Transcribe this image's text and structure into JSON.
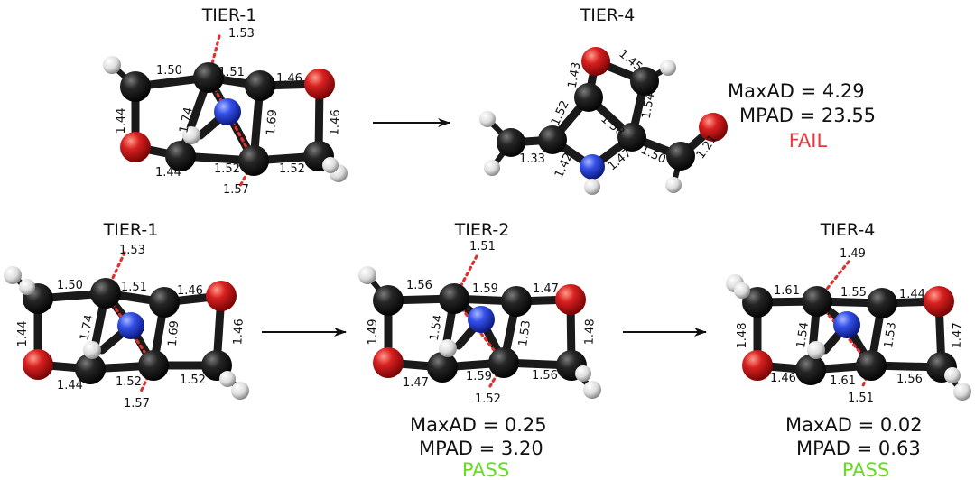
{
  "top": {
    "initial": {
      "title": "TIER-1",
      "labels": [
        "1.53",
        "1.50",
        "1.51",
        "1.46",
        "1.44",
        "1.74",
        "1.69",
        "1.46",
        "1.44",
        "1.52",
        "1.52",
        "1.57"
      ]
    },
    "final": {
      "title": "TIER-4",
      "labels": [
        "1.43",
        "1.45",
        "1.52",
        "1.54",
        "1.58",
        "1.33",
        "1.42",
        "1.47",
        "1.50",
        "1.21"
      ],
      "maxad": "MaxAD =   4.29",
      "mpad": "MPAD = 23.55",
      "verdict": "FAIL",
      "verdict_color": "#e8383d"
    }
  },
  "bottom": {
    "tier1": {
      "title": "TIER-1",
      "labels": [
        "1.53",
        "1.50",
        "1.51",
        "1.46",
        "1.44",
        "1.74",
        "1.69",
        "1.46",
        "1.44",
        "1.52",
        "1.52",
        "1.57"
      ]
    },
    "tier2": {
      "title": "TIER-2",
      "labels": [
        "1.51",
        "1.56",
        "1.59",
        "1.47",
        "1.49",
        "1.54",
        "1.53",
        "1.48",
        "1.47",
        "1.59",
        "1.56",
        "1.52"
      ],
      "maxad": "MaxAD = 0.25",
      "mpad": "MPAD = 3.20",
      "verdict": "PASS",
      "verdict_color": "#66dd22"
    },
    "tier4": {
      "title": "TIER-4",
      "labels": [
        "1.49",
        "1.61",
        "1.55",
        "1.44",
        "1.48",
        "1.54",
        "1.53",
        "1.47",
        "1.46",
        "1.61",
        "1.56",
        "1.51"
      ],
      "maxad": "MaxAD = 0.02",
      "mpad": "MPAD = 0.63",
      "verdict": "PASS",
      "verdict_color": "#66dd22"
    }
  },
  "atom_colors": {
    "carbon": "#1b1b1b",
    "oxygen": "#d42222",
    "nitrogen": "#2f4fe0",
    "hydrogen": "#e8e8e8"
  }
}
